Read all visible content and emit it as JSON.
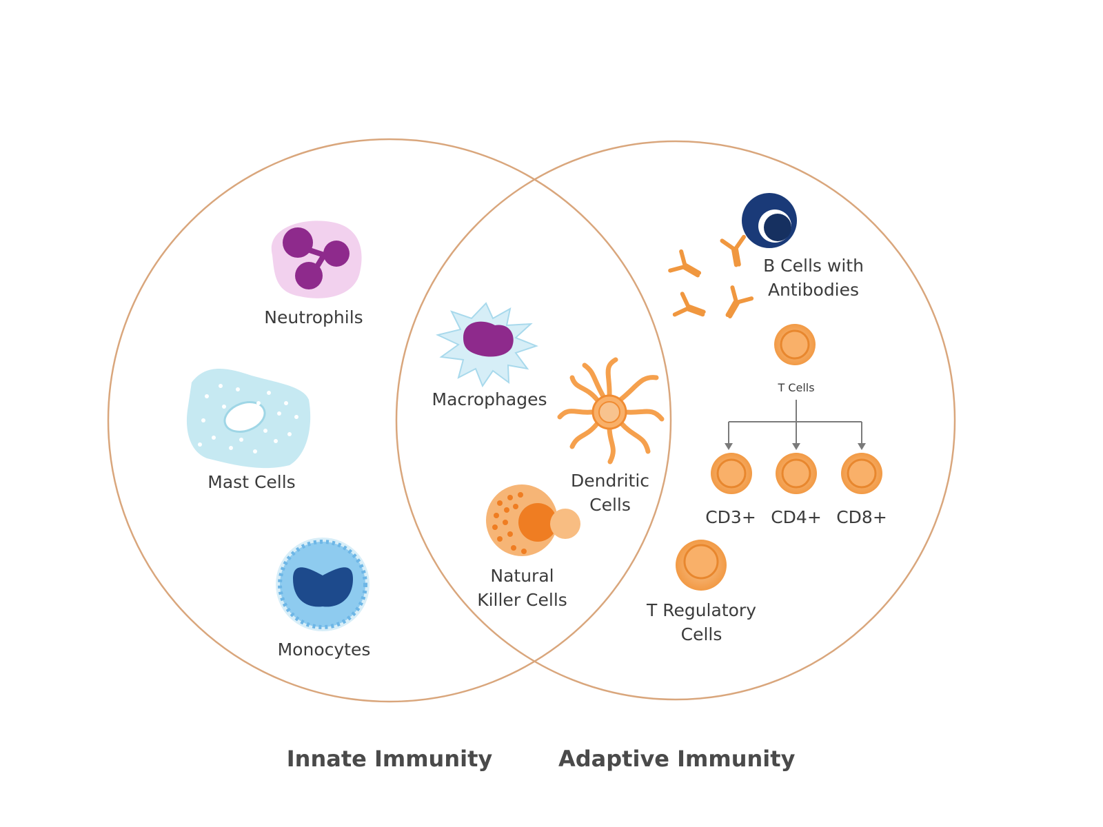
{
  "categories": {
    "innate": "Innate Immunity",
    "adaptive": "Adaptive Immunity"
  },
  "cells": {
    "neutrophils": "Neutrophils",
    "mast_cells": "Mast Cells",
    "monocytes": "Monocytes",
    "macrophages": "Macrophages",
    "dendritic": [
      "Dendritic",
      "Cells"
    ],
    "nk": [
      "Natural",
      "Killer Cells"
    ],
    "b_cells": [
      "B Cells with",
      "Antibodies"
    ],
    "t_cells": "T Cells",
    "cd3": "CD3+",
    "cd4": "CD4+",
    "cd8": "CD8+",
    "t_reg": [
      "T Regulatory",
      "Cells"
    ]
  },
  "colors": {
    "circle_outline": "#d9a67c",
    "neutrophil_body": "#f2d1ee",
    "neutrophil_nucleus": "#8e2a8c",
    "mast_body": "#c6e9f2",
    "monocyte_body": "#8ecbef",
    "monocyte_nucleus": "#1d4a8c",
    "macrophage_body": "#d6eef7",
    "orange": "#f5a04d",
    "orange_light": "#f8bd82",
    "b_cell": "#1a3a78",
    "arrow": "#7a7a7a"
  },
  "icons": [
    "neutrophil-icon",
    "mast-cell-icon",
    "monocyte-icon",
    "macrophage-icon",
    "dendritic-cell-icon",
    "nk-cell-icon",
    "b-cell-icon",
    "antibody-icon",
    "t-cell-icon",
    "t-regulatory-icon"
  ]
}
